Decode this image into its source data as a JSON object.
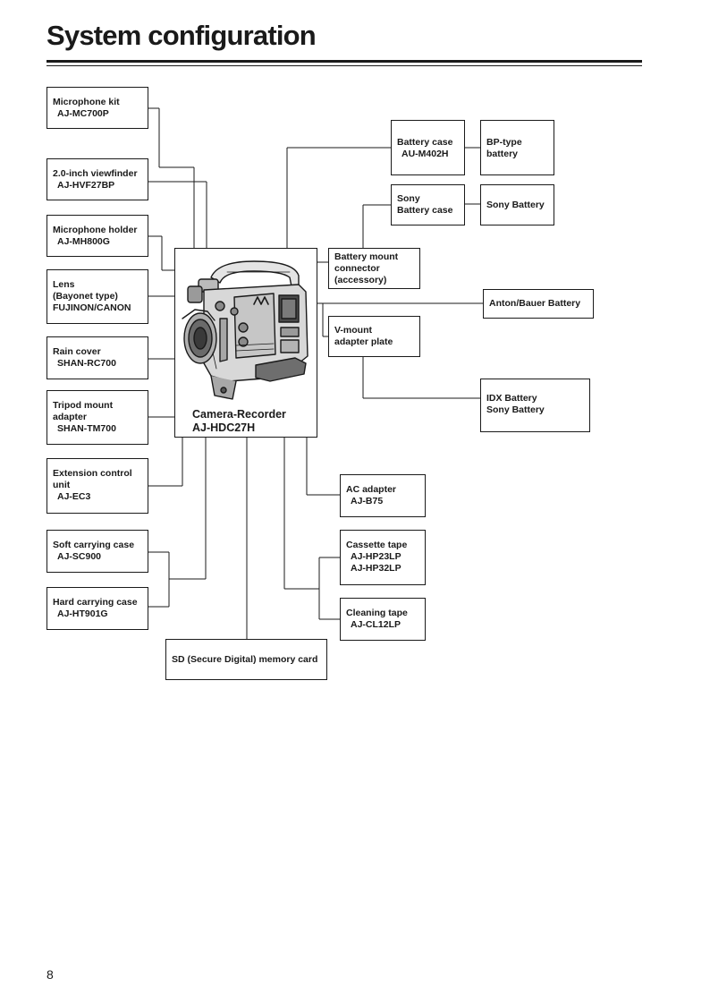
{
  "page": {
    "title": "System configuration",
    "page_number": "8"
  },
  "camera": {
    "line1": "Camera-Recorder",
    "line2": "AJ-HDC27H"
  },
  "accessories": {
    "microphone_kit": [
      "Microphone kit",
      "AJ-MC700P"
    ],
    "viewfinder": [
      "2.0-inch viewfinder",
      "AJ-HVF27BP"
    ],
    "microphone_holder": [
      "Microphone holder",
      "AJ-MH800G"
    ],
    "lens": [
      "Lens",
      "(Bayonet type)",
      "FUJINON/CANON"
    ],
    "rain_cover": [
      "Rain cover",
      "SHAN-RC700"
    ],
    "tripod_mount": [
      "Tripod mount",
      "adapter",
      "SHAN-TM700"
    ],
    "extension_control": [
      "Extension control",
      "unit",
      "AJ-EC3"
    ],
    "soft_case": [
      "Soft carrying case",
      "AJ-SC900"
    ],
    "hard_case": [
      "Hard carrying case",
      "AJ-HT901G"
    ],
    "sd_card": [
      "SD (Secure Digital) memory card"
    ],
    "battery_case": [
      "Battery case",
      "AU-M402H"
    ],
    "bp_battery": [
      "BP-type",
      "battery"
    ],
    "sony_battery_case": [
      "Sony",
      "Battery case"
    ],
    "sony_battery": [
      "Sony Battery"
    ],
    "battery_mount": [
      "Battery mount",
      "connector",
      "(accessory)"
    ],
    "anton_bauer": [
      "Anton/Bauer Battery"
    ],
    "vmount": [
      "V-mount",
      "adapter plate"
    ],
    "idx_battery": [
      "IDX Battery",
      "Sony Battery"
    ],
    "ac_adapter": [
      "AC adapter",
      "AJ-B75"
    ],
    "cassette": [
      "Cassette tape",
      "AJ-HP23LP",
      "AJ-HP32LP"
    ],
    "cleaning": [
      "Cleaning tape",
      "AJ-CL12LP"
    ]
  }
}
